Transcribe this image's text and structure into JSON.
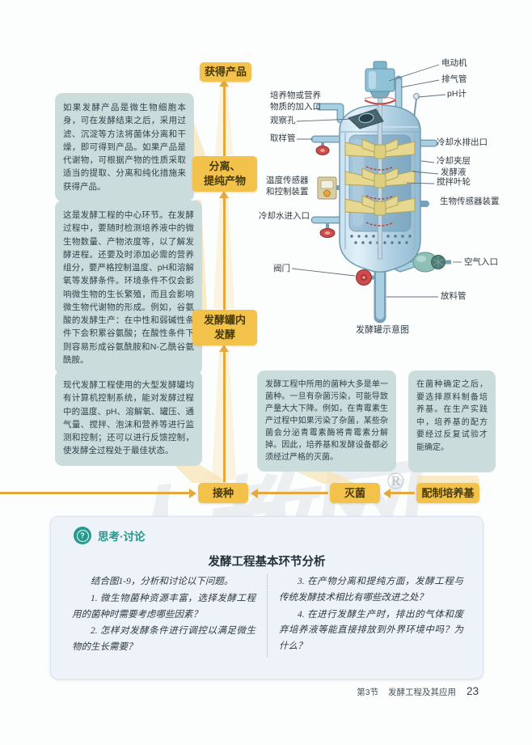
{
  "flow": {
    "obtain": "获得产品",
    "separate": "分离、\n提纯产物",
    "ferment": "发酵罐内\n发酵",
    "inoculate": "接种",
    "sterilize": "灭菌",
    "medium": "配制培养基",
    "note_separate": "如果发酵产品是微生物细胞本身，可在发酵结束之后，采用过滤、沉淀等方法将菌体分离和干燥，即可得到产品。如果产品是代谢物，可根据产物的性质采取适当的提取、分离和纯化措施来获得产品。",
    "note_ferment": "这是发酵工程的中心环节。在发酵过程中，要随时检测培养液中的微生物数量、产物浓度等，以了解发酵进程。还要及时添加必需的营养组分，要严格控制温度、pH和溶解氧等发酵条件。环境条件不仅会影响微生物的生长繁殖，而且会影响微生物代谢物的形成。例如，谷氨酸的发酵生产：在中性和弱碱性条件下会积累谷氨酸；在酸性条件下则容易形成谷氨酰胺和N-乙酰谷氨酰胺。",
    "note_control": "现代发酵工程使用的大型发酵罐均有计算机控制系统，能对发酵过程中的温度、pH、溶解氧、罐压、通气量、搅拌、泡沫和营养等进行监测和控制；还可以进行反馈控制，使发酵全过程处于最佳状态。",
    "note_sterilize": "发酵工程中所用的菌种大多是单一菌种。一旦有杂菌污染，可能导致产量大大下降。例如，在青霉素生产过程中如果污染了杂菌，某些杂菌会分泌青霉素酶将青霉素分解掉。因此，培养基和发酵设备都必须经过严格的灭菌。",
    "note_medium": "在菌种确定之后，要选择原料制备培养基。在生产实践中，培养基的配方要经过反复试验才能确定。"
  },
  "diagram": {
    "caption": "发酵罐示意图",
    "labels": {
      "motor": "电动机",
      "exhaust": "排气管",
      "ph_meter": "pH计",
      "feed_inlet": "培养物或营养\n物质的加入口",
      "viewport": "观察孔",
      "sampling": "取样管",
      "cooling_out": "冷却水排出口",
      "jacket": "冷却夹层",
      "broth": "发酵液",
      "impeller": "搅拌叶轮",
      "biosensor": "生物传感器装置",
      "temp_sensor": "温度传感器\n和控制装置",
      "cooling_in": "冷却水进入口",
      "valve": "阀门",
      "air_inlet": "空气入口",
      "discharge": "放料管"
    }
  },
  "discussion": {
    "tag": "思考·讨论",
    "title": "发酵工程基本环节分析",
    "intro": "结合图1-9，分析和讨论以下问题。",
    "q1": "1. 微生物菌种资源丰富，选择发酵工程用的菌种时需要考虑哪些因素？",
    "q2": "2. 怎样对发酵条件进行调控以满足微生物的生长需要？",
    "q3": "3. 在产物分离和提纯方面，发酵工程与传统发酵技术相比有哪些改进之处？",
    "q4": "4. 在进行发酵生产时，排出的气体和废弃培养液等能直接排放到外界环境中吗？为什么？"
  },
  "watermark": {
    "text": "人教网",
    "registered": "®"
  },
  "footer": {
    "section": "第3节",
    "title": "发酵工程及其应用",
    "page": "23"
  },
  "colors": {
    "accent_yellow": "#f2c24b",
    "arrow_orange": "#e4a83e",
    "note_bg": "#cbdcdc",
    "teal": "#279c8c",
    "panel_bg": "#edf3f8"
  }
}
